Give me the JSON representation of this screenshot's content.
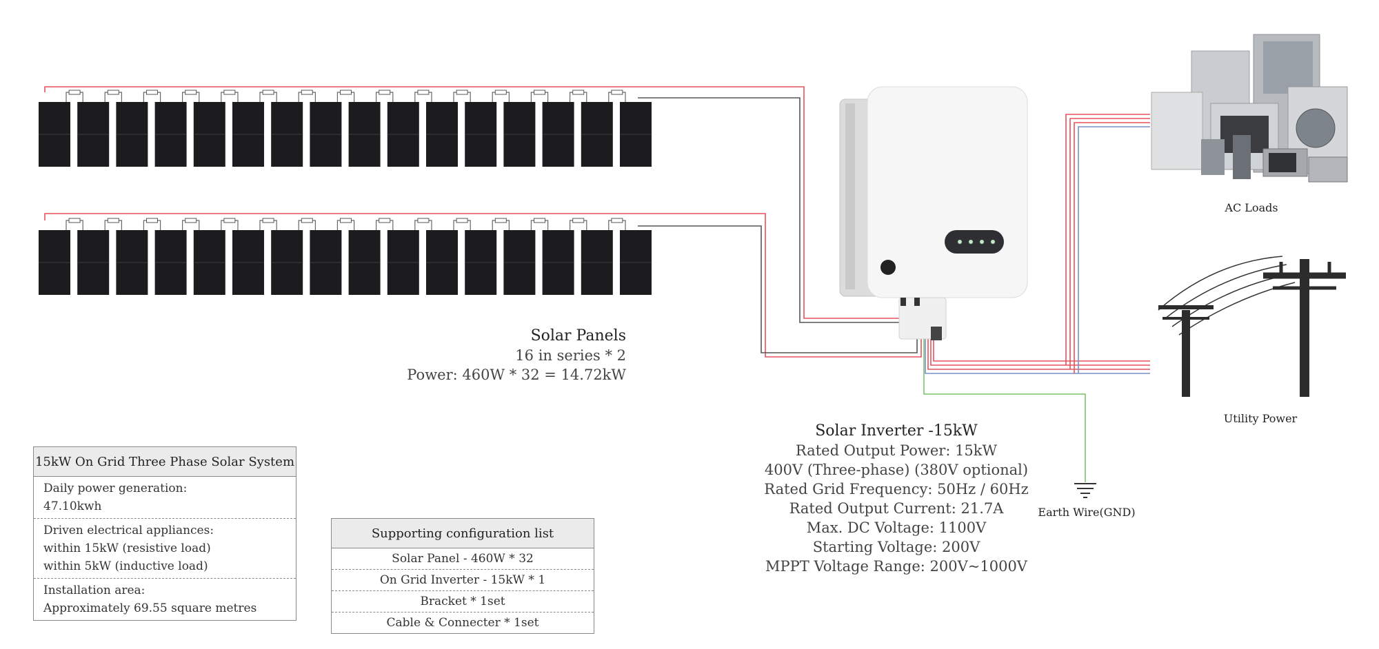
{
  "solar_panels": {
    "title": "Solar Panels",
    "line1": "16 in series * 2",
    "line2": "Power: 460W * 32 = 14.72kW"
  },
  "inverter": {
    "title": "Solar Inverter -15kW",
    "specs": [
      "Rated Output Power: 15kW",
      "400V (Three-phase) (380V optional)",
      "Rated Grid Frequency: 50Hz / 60Hz",
      "Rated Output Current: 21.7A",
      "Max. DC Voltage: 1100V",
      "Starting Voltage: 200V",
      "MPPT Voltage Range: 200V~1000V"
    ]
  },
  "ac_loads": {
    "label": "AC Loads"
  },
  "utility": {
    "label": "Utility Power"
  },
  "earth": {
    "label": "Earth Wire(GND)"
  },
  "system_table": {
    "title": "15kW On Grid Three Phase Solar System",
    "rows": [
      [
        "Daily power generation:",
        "47.10kwh"
      ],
      [
        "Driven electrical appliances:",
        "within 15kW (resistive load)",
        "within 5kW (inductive load)"
      ],
      [
        "Installation area:",
        "Approximately 69.55 square metres"
      ]
    ]
  },
  "config_table": {
    "title": "Supporting configuration list",
    "rows": [
      "Solar Panel - 460W * 32",
      "On Grid Inverter - 15kW * 1",
      "Bracket * 1set",
      "Cable & Connecter * 1set"
    ]
  },
  "colors": {
    "positive_wire": "#e8505b",
    "negative_wire": "#555555",
    "neutral_wire": "#7a8fc8",
    "ground_wire": "#7cc46a",
    "panel": "#1c1c1f"
  }
}
